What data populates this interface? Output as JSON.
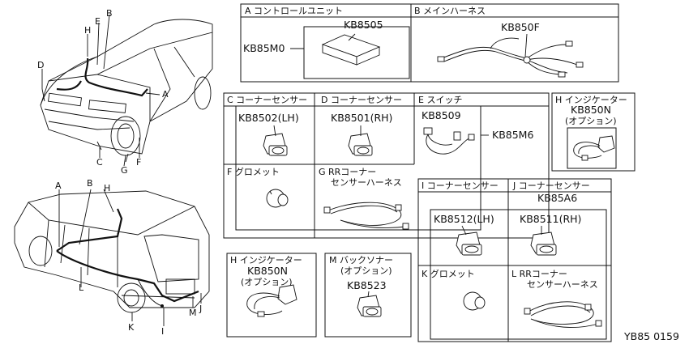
{
  "panels": {
    "A": {
      "label": "A コントロールユニット",
      "part": "KB8505",
      "group": "KB85M0"
    },
    "B": {
      "label": "B メインハーネス",
      "part": "KB850F"
    },
    "C": {
      "label": "C コーナーセンサー",
      "part": "KB8502(LH)"
    },
    "D": {
      "label": "D コーナーセンサー",
      "part": "KB8501(RH)"
    },
    "E": {
      "label": "E スイッチ",
      "part": "KB8509",
      "group": "KB85M6"
    },
    "F": {
      "label": "F グロメット"
    },
    "G": {
      "label": "G RRコーナー",
      "label2": "センサーハーネス"
    },
    "H_top": {
      "label": "H インジケーター",
      "part": "KB850N",
      "option": "(オプション)"
    },
    "I": {
      "label": "I コーナーセンサー",
      "part": "KB8512(LH)"
    },
    "J": {
      "label": "J コーナーセンサー",
      "group": "KB85A6",
      "part": "KB8511(RH)"
    },
    "K": {
      "label": "K グロメット"
    },
    "L": {
      "label": "L RRコーナー",
      "label2": "センサーハーネス"
    },
    "H_bottom": {
      "label": "H インジケーター",
      "part": "KB850N",
      "option": "(オプション)"
    },
    "M": {
      "label": "M バックソナー",
      "option": "(オプション)",
      "part": "KB8523"
    }
  },
  "front_vehicle_letters": [
    "A",
    "B",
    "C",
    "D",
    "E",
    "F",
    "G",
    "H"
  ],
  "rear_vehicle_letters": [
    "A",
    "B",
    "H",
    "I",
    "J",
    "K",
    "L",
    "M"
  ],
  "code": "YB85 0159"
}
